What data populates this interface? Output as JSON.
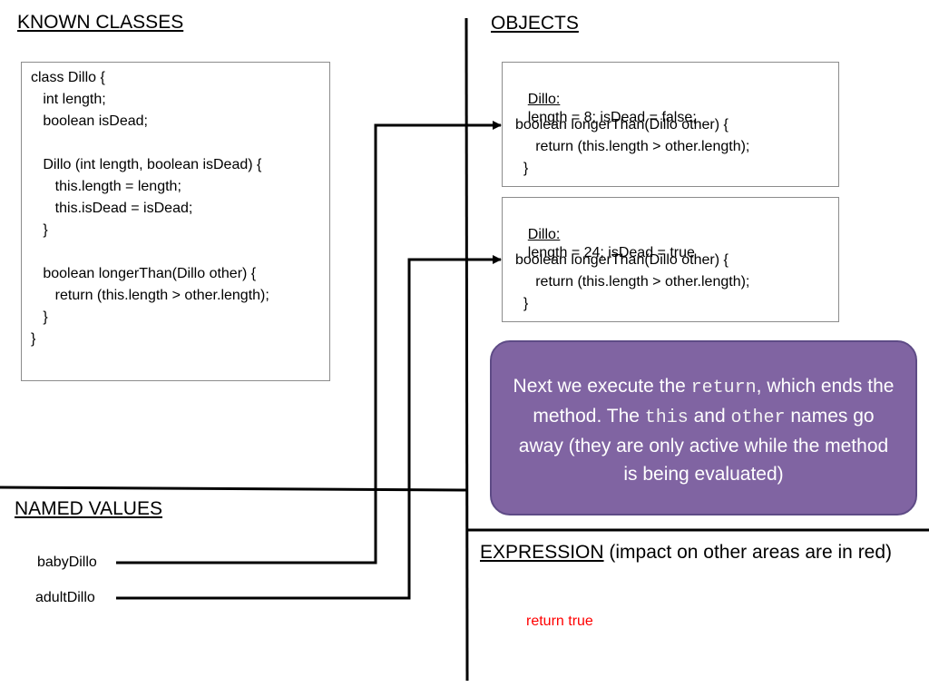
{
  "headings": {
    "known_classes": "KNOWN CLASSES",
    "objects": "OBJECTS",
    "named_values": "NAMED VALUES",
    "expression": "EXPRESSION",
    "expression_note": "(impact on other areas are in red)"
  },
  "class_box": {
    "lines": [
      "class Dillo {",
      "   int length;",
      "   boolean isDead;",
      "",
      "   Dillo (int length, boolean isDead) {",
      "      this.length = length;",
      "      this.isDead = isDead;",
      "   }",
      "",
      "   boolean longerThan(Dillo other) {",
      "      return (this.length > other.length);",
      "   }",
      "}"
    ]
  },
  "objects": [
    {
      "type": "Dillo:",
      "fields": "length = 8; isDead = false;",
      "method_lines": [
        "boolean longerThan(Dillo other) {",
        "     return (this.length > other.length);",
        "  }"
      ]
    },
    {
      "type": "Dillo:",
      "fields": "length = 24; isDead = true",
      "method_lines": [
        "boolean longerThan(Dillo other) {",
        "     return (this.length > other.length);",
        "  }"
      ]
    }
  ],
  "callout": {
    "t1": "Next we execute the ",
    "c1": "return",
    "t2": ", which ends the method.  The ",
    "c2": "this",
    "t3": " and ",
    "c3": "other",
    "t4": " names go away (they are only active while the method is being evaluated)"
  },
  "named_values": [
    {
      "name": "babyDillo"
    },
    {
      "name": "adultDillo"
    }
  ],
  "expression": {
    "result": "return true"
  },
  "colors": {
    "callout_fill": "#8064a2",
    "callout_border": "#5e4b86",
    "result_text": "#ff0000"
  }
}
